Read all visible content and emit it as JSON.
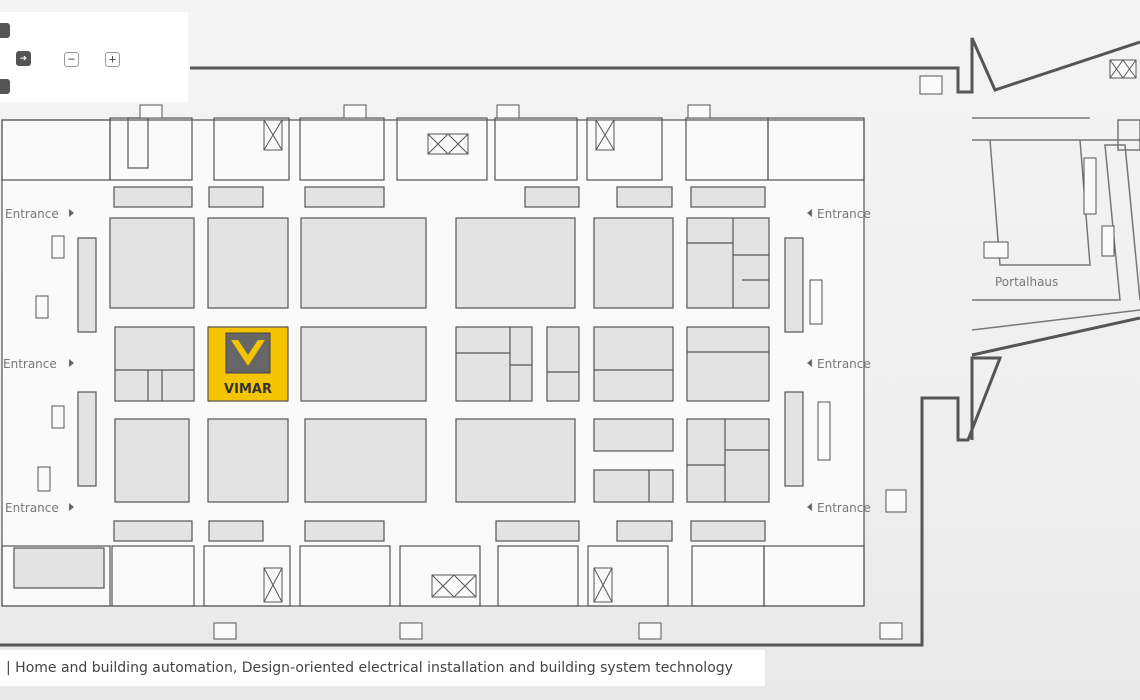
{
  "map": {
    "entrance_label": "Entrance",
    "portal_label": "Portalhaus",
    "exhibitor": {
      "name": "VIMAR",
      "logo_color": "#f5c400"
    }
  },
  "toolbar": {
    "zoom_out": "−",
    "zoom_in": "+",
    "export": "➔"
  },
  "caption": {
    "separator": "|",
    "text": "Home and building automation, Design-oriented electrical installation and building system technology"
  },
  "colors": {
    "outline": "#555555",
    "booth_fill": "#e3e3e3",
    "booth_stroke": "#555555",
    "hall_fill": "#fafafa",
    "highlight": "#f5c400"
  }
}
